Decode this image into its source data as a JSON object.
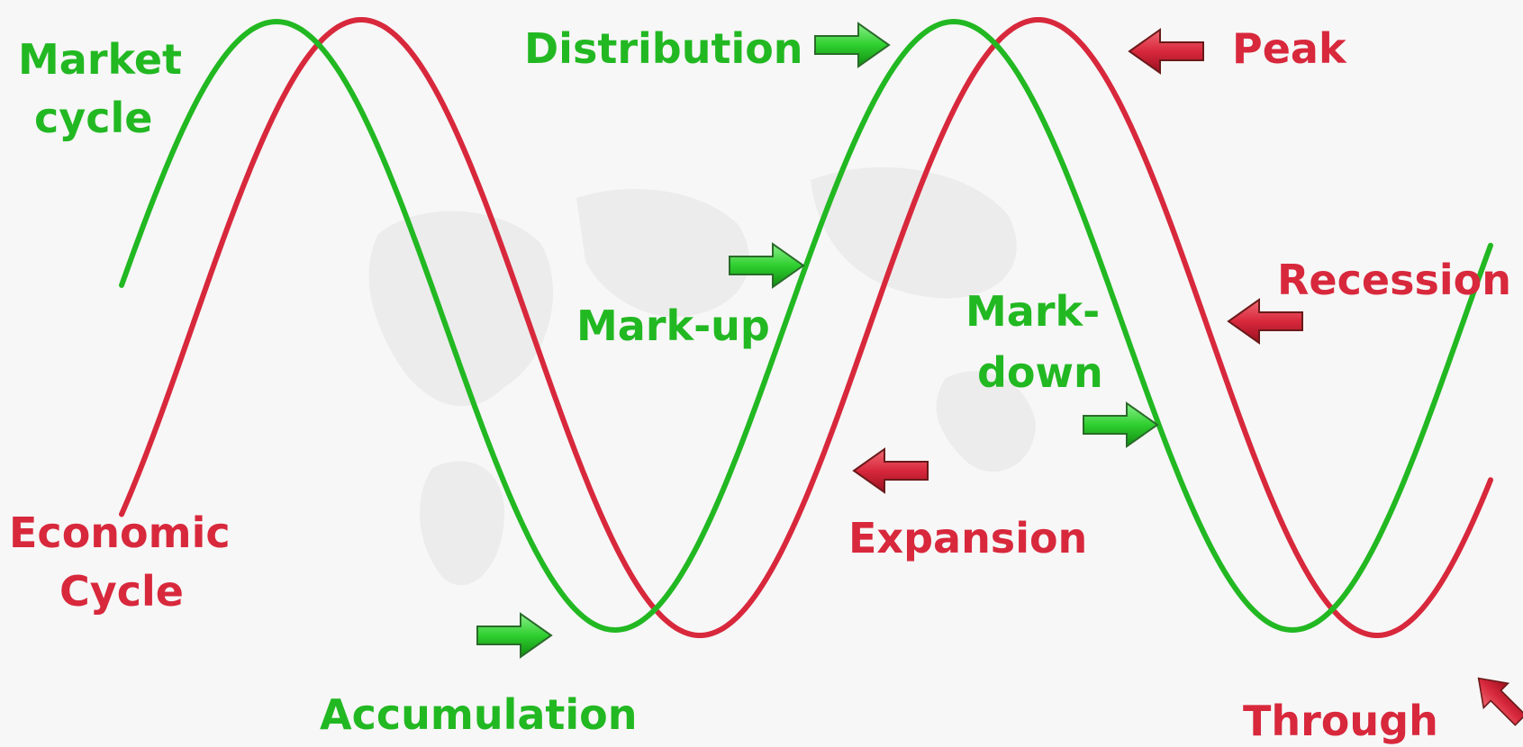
{
  "colors": {
    "market": "#22b822",
    "economic": "#d8283c",
    "background": "#f7f7f7"
  },
  "labels": {
    "market_cycle": [
      "Market",
      "cycle"
    ],
    "economic_cycle": [
      "Economic",
      "Cycle"
    ],
    "distribution": "Distribution",
    "mark_up": "Mark-up",
    "mark_down": [
      "Mark-",
      "down"
    ],
    "accumulation": "Accumulation",
    "peak": "Peak",
    "recession": "Recession",
    "expansion": "Expansion",
    "through": "Through"
  },
  "icons": {
    "distribution_arrow": "right-arrow-icon",
    "mark_up_arrow": "right-arrow-icon",
    "mark_down_arrow": "right-arrow-icon",
    "accumulation_arrow": "right-arrow-icon",
    "peak_arrow": "left-arrow-icon",
    "recession_arrow": "left-arrow-icon",
    "expansion_arrow": "left-arrow-icon",
    "through_arrow": "up-left-arrow-icon"
  }
}
